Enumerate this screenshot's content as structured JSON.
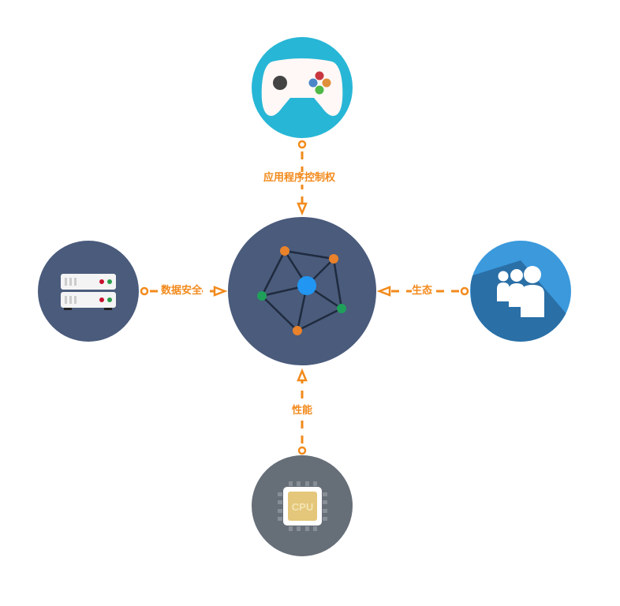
{
  "diagram": {
    "center_node": {
      "icon": "network-graph-icon",
      "color": "#4a5b7c"
    },
    "nodes": [
      {
        "id": "app",
        "icon": "gamepad-icon",
        "color": "#27b6d6"
      },
      {
        "id": "data",
        "icon": "server-icon",
        "color": "#4a5b7c"
      },
      {
        "id": "ecology",
        "icon": "people-icon",
        "color": "#3b99dc"
      },
      {
        "id": "performance",
        "icon": "cpu-chip-icon",
        "color": "#666e78",
        "chip_text": "CPU"
      }
    ],
    "edges": [
      {
        "from": "app",
        "to": "center",
        "label": "应用程序控制权"
      },
      {
        "from": "data",
        "to": "center",
        "label": "数据安全"
      },
      {
        "from": "ecology",
        "to": "center",
        "label": "生态"
      },
      {
        "from": "performance",
        "to": "center",
        "label": "性能"
      }
    ],
    "connector_color": "#f28a1c"
  }
}
